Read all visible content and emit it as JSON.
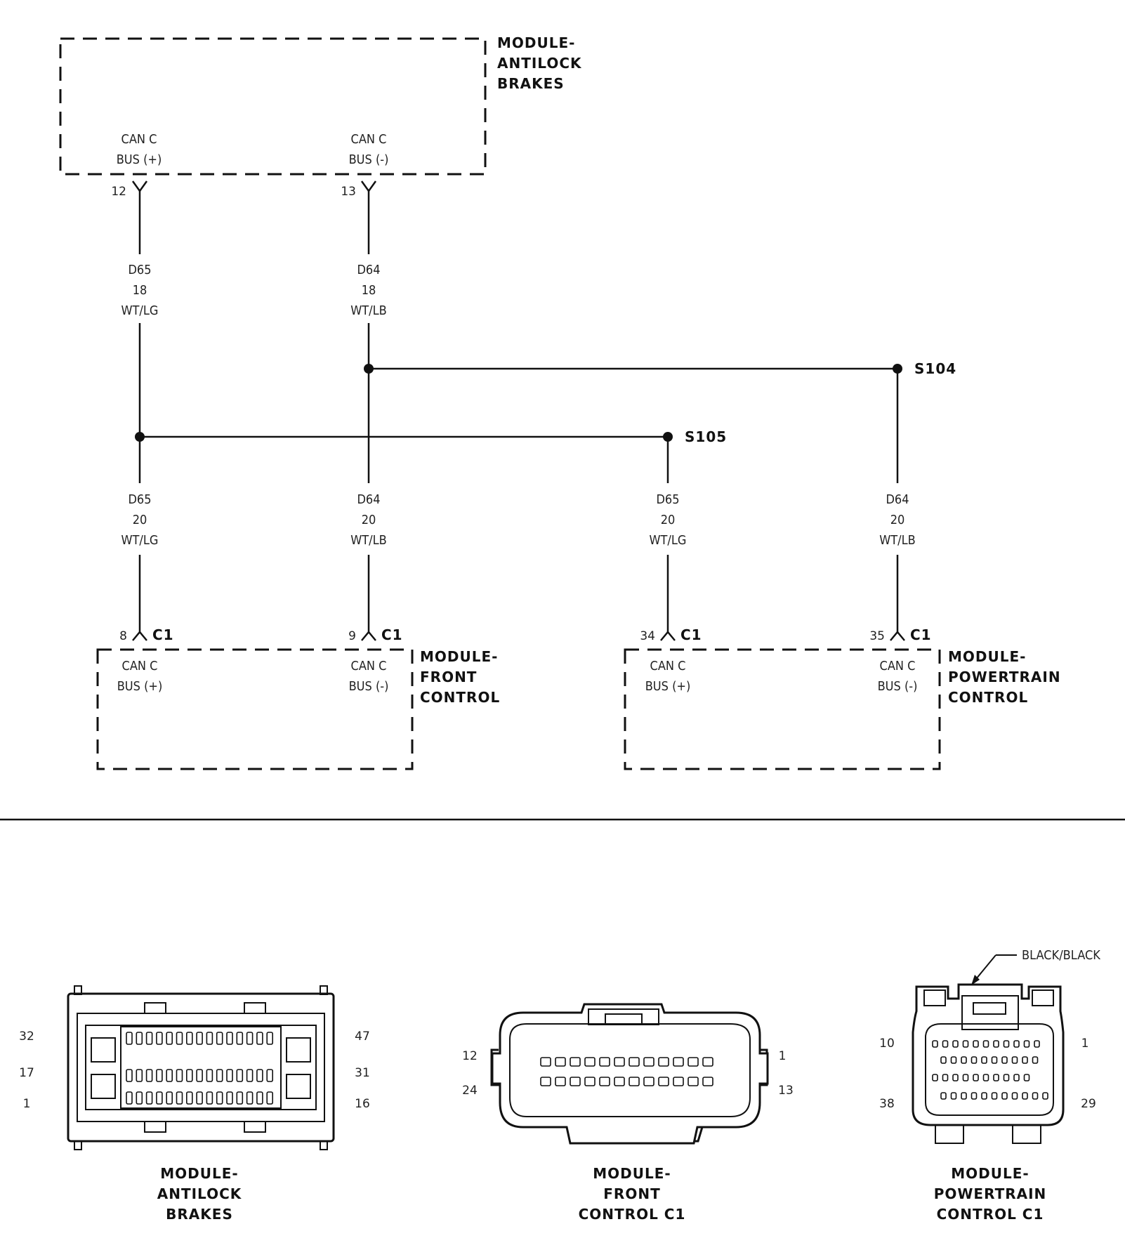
{
  "modules": {
    "abs": {
      "title": [
        "MODULE-",
        "ANTILOCK",
        "BRAKES"
      ]
    },
    "fcm": {
      "title": [
        "MODULE-",
        "FRONT",
        "CONTROL"
      ]
    },
    "pcm": {
      "title": [
        "MODULE-",
        "POWERTRAIN",
        "CONTROL"
      ]
    }
  },
  "terminals": {
    "abs_pos": {
      "name": [
        "CAN C",
        "BUS (+)"
      ],
      "pin": "12"
    },
    "abs_neg": {
      "name": [
        "CAN C",
        "BUS (-)"
      ],
      "pin": "13"
    },
    "fcm_pos": {
      "name": [
        "CAN C",
        "BUS (+)"
      ],
      "pin": "8",
      "connector": "C1"
    },
    "fcm_neg": {
      "name": [
        "CAN C",
        "BUS (-)"
      ],
      "pin": "9",
      "connector": "C1"
    },
    "pcm_pos": {
      "name": [
        "CAN C",
        "BUS (+)"
      ],
      "pin": "34",
      "connector": "C1"
    },
    "pcm_neg": {
      "name": [
        "CAN C",
        "BUS (-)"
      ],
      "pin": "35",
      "connector": "C1"
    }
  },
  "wires": {
    "abs_pos": [
      "D65",
      "18",
      "WT/LG"
    ],
    "abs_neg": [
      "D64",
      "18",
      "WT/LB"
    ],
    "fcm_pos": [
      "D65",
      "20",
      "WT/LG"
    ],
    "fcm_neg": [
      "D64",
      "20",
      "WT/LB"
    ],
    "pcm_pos": [
      "D65",
      "20",
      "WT/LG"
    ],
    "pcm_neg": [
      "D64",
      "20",
      "WT/LB"
    ]
  },
  "splices": {
    "s104": "S104",
    "s105": "S105"
  },
  "connector_views": {
    "abs": {
      "caption": [
        "MODULE-",
        "ANTILOCK",
        "BRAKES"
      ],
      "pins_left": [
        "32",
        "17",
        "1"
      ],
      "pins_right": [
        "47",
        "31",
        "16"
      ]
    },
    "fcm": {
      "caption": [
        "MODULE-",
        "FRONT",
        "CONTROL C1"
      ],
      "pins_left": [
        "12",
        "24"
      ],
      "pins_right": [
        "1",
        "13"
      ]
    },
    "pcm": {
      "caption": [
        "MODULE-",
        "POWERTRAIN",
        "CONTROL C1"
      ],
      "pins_left": [
        "10",
        "38"
      ],
      "pins_right": [
        "1",
        "29"
      ],
      "color_callout": "BLACK/BLACK"
    }
  }
}
